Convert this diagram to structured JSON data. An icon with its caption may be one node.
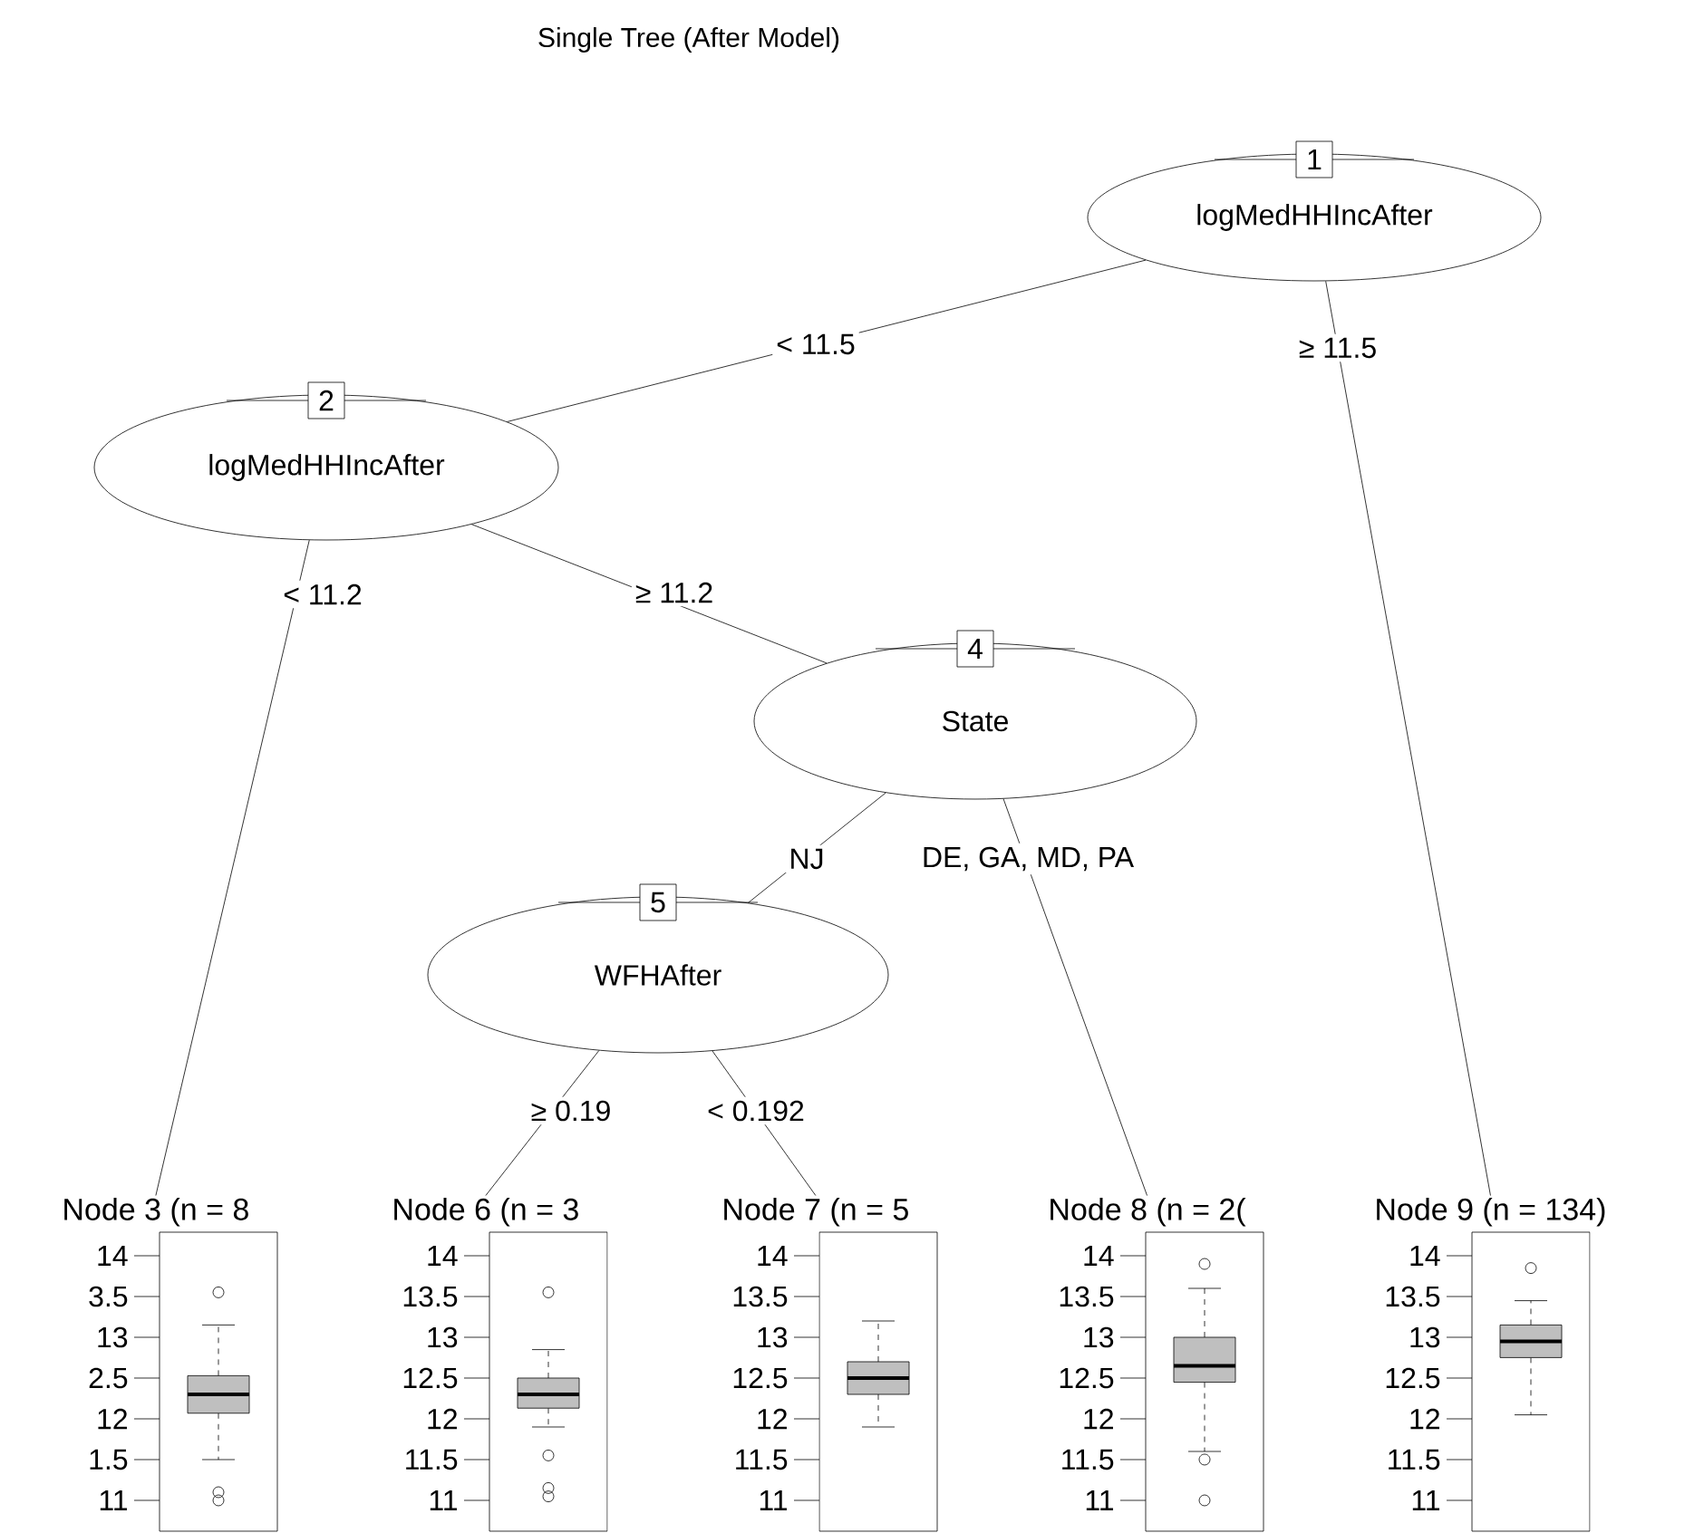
{
  "diagram": {
    "title": "Single Tree (After Model)",
    "nodes": [
      {
        "text": [
          "1",
          "logMedHHIncAfter"
        ]
      },
      {
        "text": [
          "2",
          "logMedHHIncAfter"
        ]
      },
      {
        "text": [
          "4",
          "State"
        ]
      },
      {
        "text": [
          "5",
          "WFHAfter"
        ]
      },
      {
        "text": [
          "Node 3 (n = 8"
        ]
      },
      {
        "text": [
          "Node 6 (n = 3"
        ]
      },
      {
        "text": [
          "Node 7 (n = 5"
        ]
      },
      {
        "text": [
          "Node 8 (n = 2("
        ]
      },
      {
        "text": [
          "Node 9 (n = 134)"
        ]
      }
    ],
    "edges": [
      {
        "from": 0,
        "to": 1,
        "arrow": "none",
        "label": "< 11.5"
      },
      {
        "from": 0,
        "to": 8,
        "arrow": "none",
        "label": "≥ 11.5"
      },
      {
        "from": 1,
        "to": 4,
        "arrow": "none",
        "label": "< 11.2"
      },
      {
        "from": 1,
        "to": 2,
        "arrow": "none",
        "label": "≥ 11.2"
      },
      {
        "from": 2,
        "to": 3,
        "arrow": "none",
        "label": "NJ"
      },
      {
        "from": 2,
        "to": 7,
        "arrow": "none",
        "label": "DE, GA, MD, PA"
      },
      {
        "from": 3,
        "to": 5,
        "arrow": "none",
        "label": "≥ 0.19"
      },
      {
        "from": 3,
        "to": 6,
        "arrow": "none",
        "label": "< 0.192"
      }
    ],
    "labels": [
      "14",
      "3.5",
      "13",
      "2.5",
      "12",
      "1.5",
      "11",
      "14",
      "13.5",
      "13",
      "12.5",
      "12",
      "11.5",
      "11",
      "14",
      "13.5",
      "13",
      "12.5",
      "12",
      "11.5",
      "11",
      "14",
      "13.5",
      "13",
      "12.5",
      "12",
      "11.5",
      "11",
      "14",
      "13.5",
      "13",
      "12.5",
      "12",
      "11.5",
      "11"
    ]
  }
}
